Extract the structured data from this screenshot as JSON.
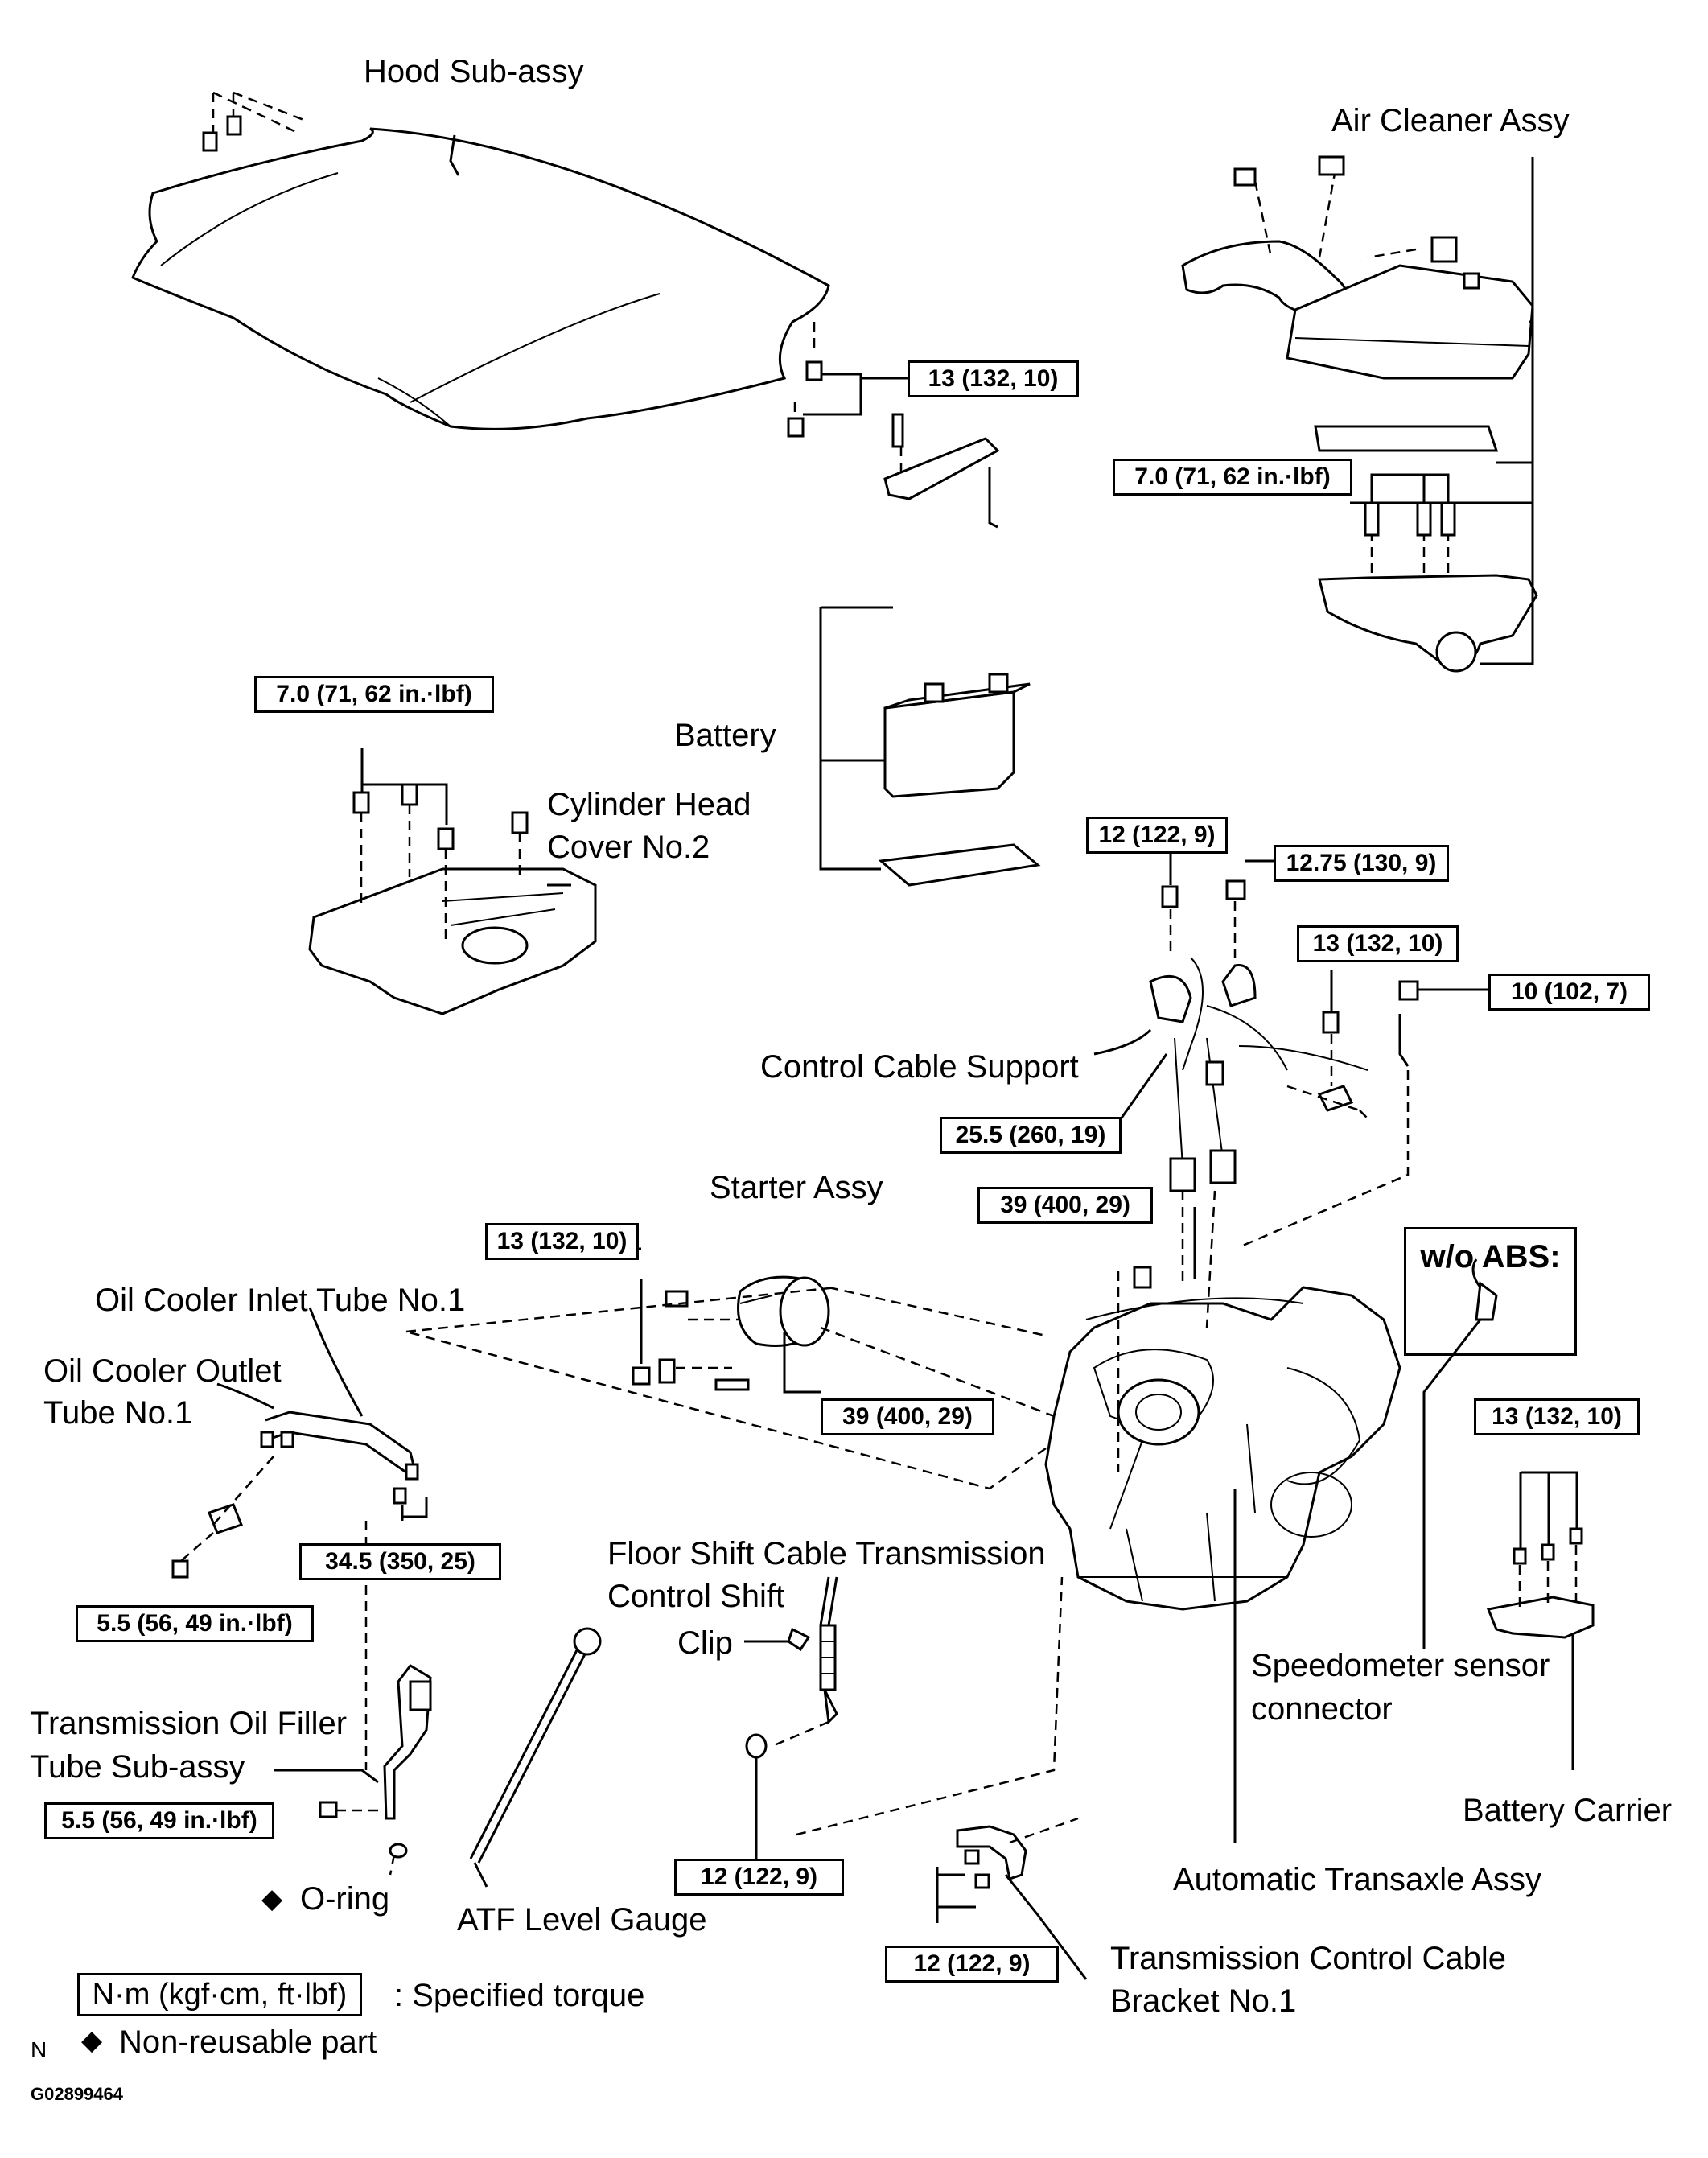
{
  "labels": {
    "hood": "Hood  Sub-assy",
    "air_cleaner": "Air Cleaner Assy",
    "battery": "Battery",
    "cyl_head_1": "Cylinder Head",
    "cyl_head_2": "Cover No.2",
    "control_cable_support": "Control Cable Support",
    "starter": "Starter Assy",
    "oil_cooler_inlet": "Oil Cooler Inlet Tube No.1",
    "oil_cooler_outlet_1": "Oil Cooler Outlet",
    "oil_cooler_outlet_2": "Tube No.1",
    "floor_shift_1": "Floor Shift Cable Transmission",
    "floor_shift_2": "Control Shift",
    "clip": "Clip",
    "filler_tube_1": "Transmission Oil Filler",
    "filler_tube_2": "Tube  Sub-assy",
    "o_ring": "O-ring",
    "atf_gauge": "ATF Level Gauge",
    "speedo_1": "Speedometer sensor",
    "speedo_2": "connector",
    "battery_carrier": "Battery Carrier",
    "transaxle": "Automatic Transaxle Assy",
    "bracket_1": "Transmission Control Cable",
    "bracket_2": "Bracket No.1",
    "wo_abs": "w/o ABS:",
    "diamond_1": "◆",
    "diamond_2": "◆"
  },
  "torques": {
    "hood_bolt": "13 (132, 10)",
    "air_cleaner": "7.0 (71, 62 in.·lbf)",
    "cyl_head": "7.0 (71, 62 in.·lbf)",
    "t_12_a": "12 (122, 9)",
    "t_12_75": "12.75 (130, 9)",
    "t_13_b": "13 (132, 10)",
    "t_10": "10 (102, 7)",
    "t_25_5": "25.5 (260, 19)",
    "t_39_a": "39 (400, 29)",
    "t_13_c": "13 (132, 10)",
    "t_39_b": "39 (400, 29)",
    "t_13_d": "13 (132, 10)",
    "t_34_5": "34.5 (350, 25)",
    "t_5_5_a": "5.5 (56, 49 in.·lbf)",
    "t_5_5_b": "5.5 (56, 49 in.·lbf)",
    "t_12_b": "12 (122, 9)",
    "t_12_c": "12 (122, 9)"
  },
  "legend": {
    "unit": "N·m (kgf·cm, ft·lbf)",
    "unit_desc": ": Specified torque",
    "nonreuse": "Non-reusable  part",
    "diamond": "◆",
    "n_mark": "N",
    "figure_code": "G02899464"
  }
}
